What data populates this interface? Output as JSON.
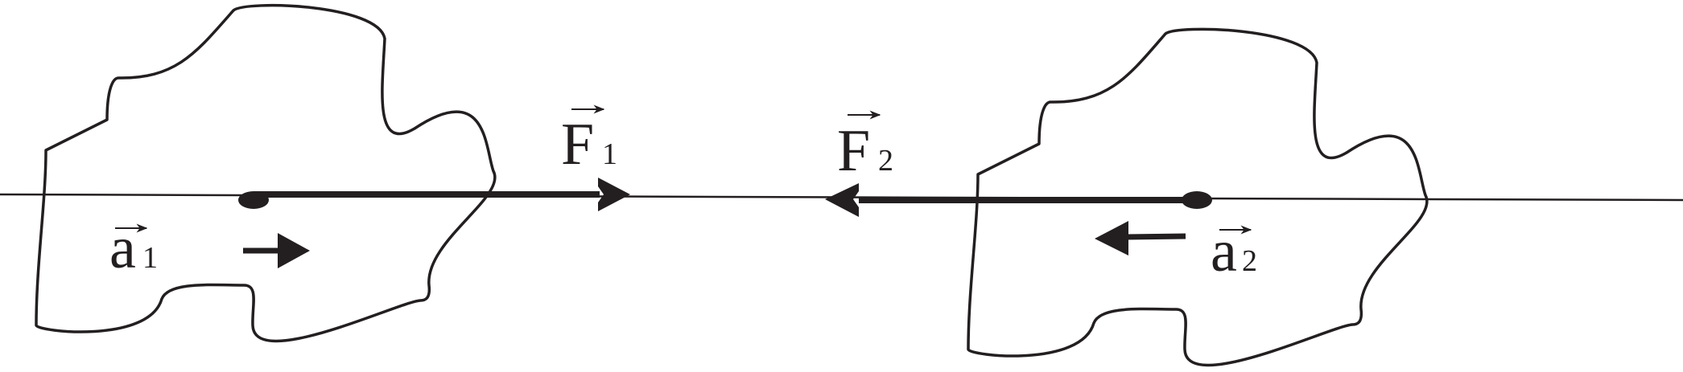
{
  "colors": {
    "ink": "#231f20",
    "background": "#ffffff"
  },
  "labels": {
    "force_1": {
      "symbol": "F",
      "subscript": "1",
      "vector_arrow": true
    },
    "force_2": {
      "symbol": "F",
      "subscript": "2",
      "vector_arrow": true
    },
    "accel_1": {
      "symbol": "a",
      "subscript": "1",
      "vector_arrow": true
    },
    "accel_2": {
      "symbol": "a",
      "subscript": "2",
      "vector_arrow": true
    }
  }
}
